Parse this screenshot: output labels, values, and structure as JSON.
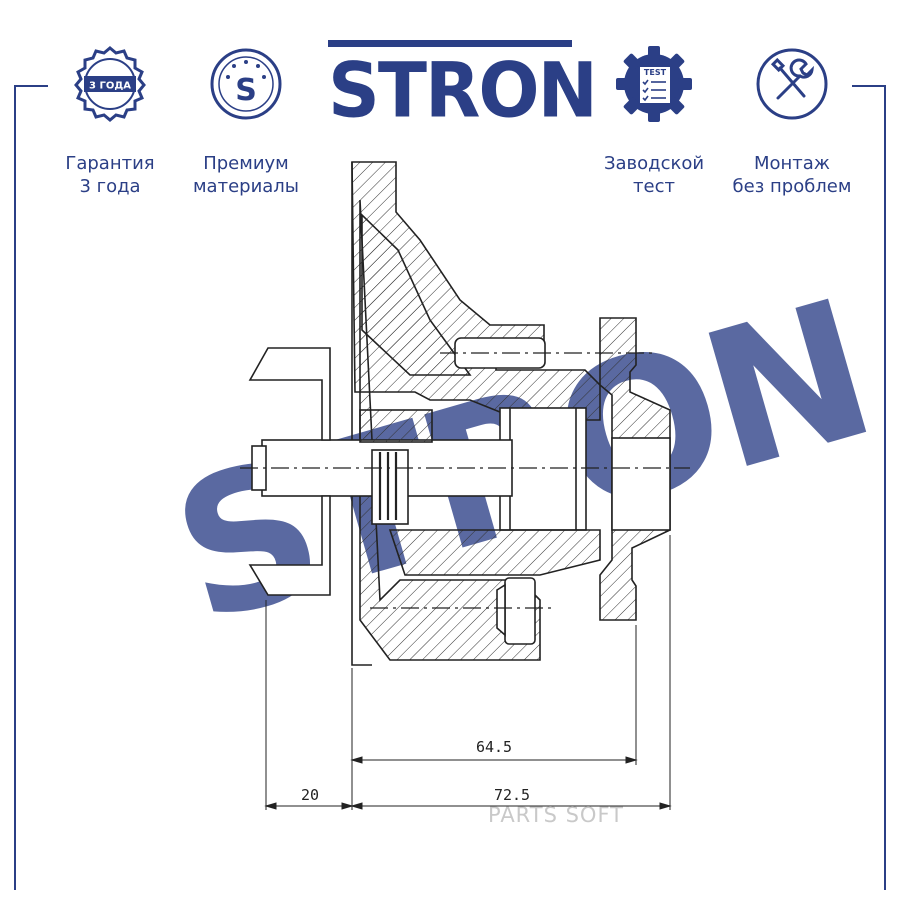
{
  "brand": {
    "name": "STRON",
    "color": "#2b3f86",
    "watermark": "STRON"
  },
  "badges": [
    {
      "icon": "warranty-seal-icon",
      "seal_text": "3 ГОДА",
      "label": "Гарантия\n3 года"
    },
    {
      "icon": "premium-s-icon",
      "seal_text": "S",
      "label": "Премиум\nматериалы"
    },
    {
      "icon": "factory-test-gear-icon",
      "seal_text": "TEST",
      "label": "Заводской\nтест"
    },
    {
      "icon": "wrench-screwdriver-icon",
      "seal_text": "",
      "label": "Монтаж\nбез проблем"
    }
  ],
  "dimensions": {
    "hub_to_flange": "64.5",
    "overall_length": "72.5",
    "impeller_offset": "20"
  },
  "source_watermark": "PARTS SOFT"
}
